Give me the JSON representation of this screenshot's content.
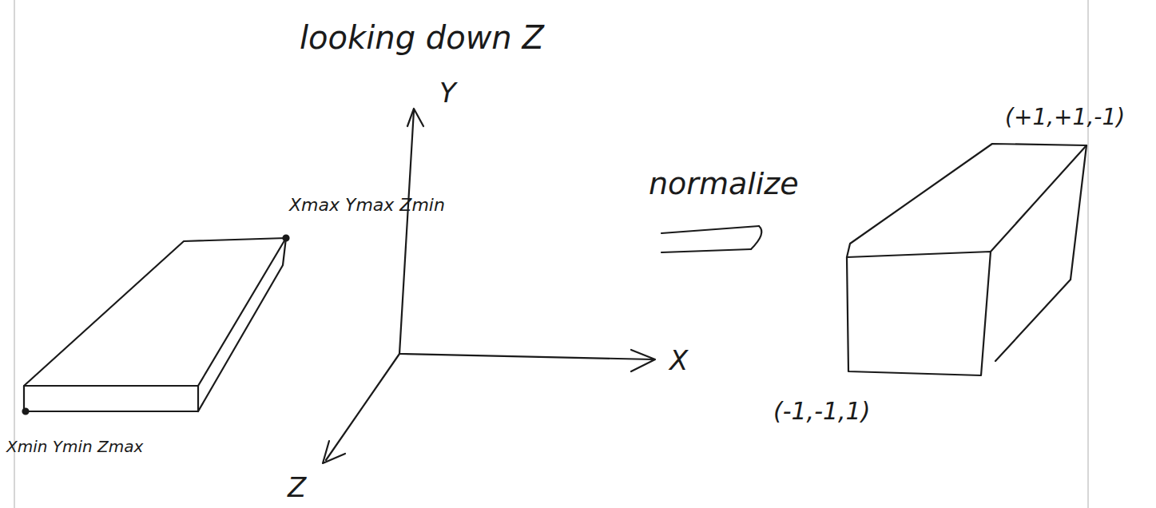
{
  "diagram": {
    "labels": [
      "looking down Z",
      "Y",
      "Xmax Ymax Zmin",
      "normalize",
      "(+1,+1,-1)",
      "X",
      "(-1,-1,1)",
      "Xmin Ymin Zmax",
      "Z"
    ]
  }
}
